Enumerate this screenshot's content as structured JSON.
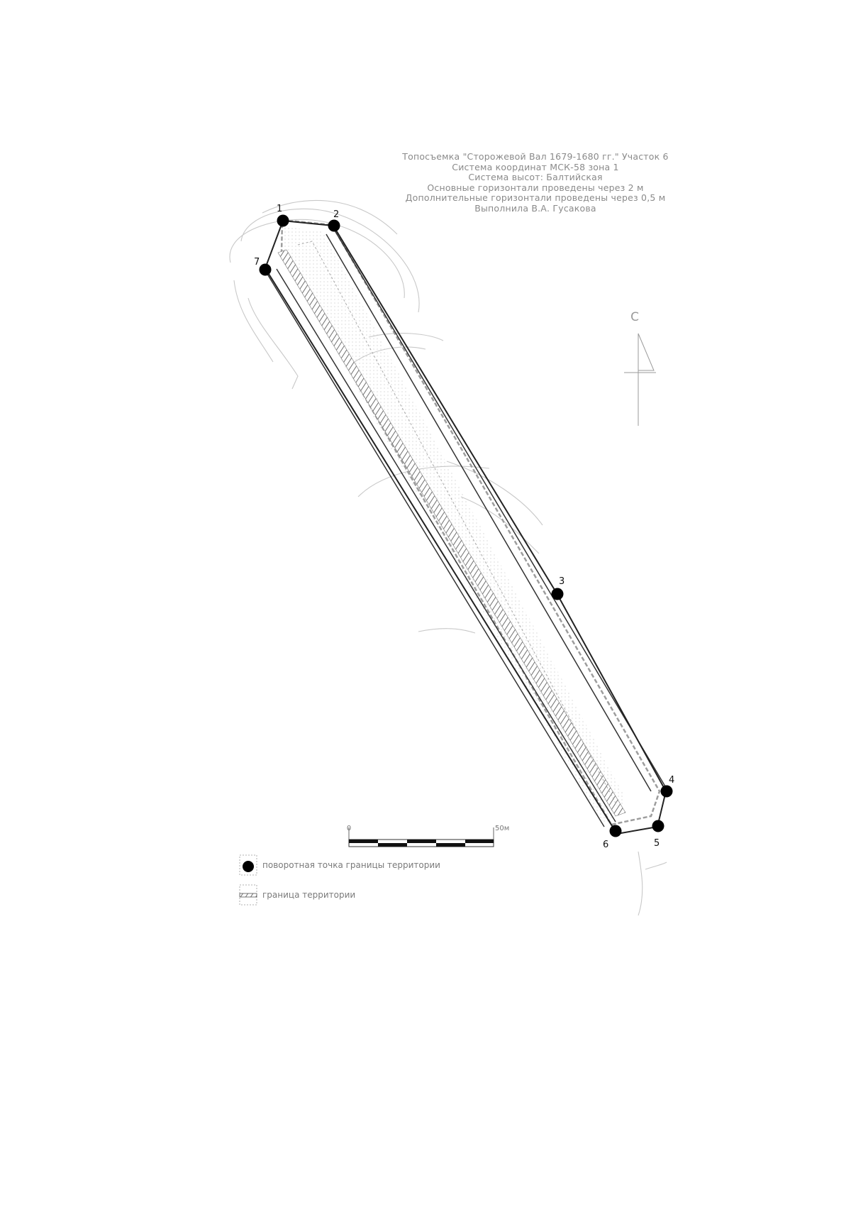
{
  "title_block": {
    "lines": [
      "Топосъемка \"Сторожевой Вал 1679-1680 гг.\" Участок 6",
      "Система координат МСК-58 зона 1",
      "Система высот: Балтийская",
      "Основные горизонтали проведены через 2 м",
      "Дополнительные горизонтали проведены через 0,5 м",
      "Выполнила В.А. Гусакова"
    ]
  },
  "boundary_points": [
    {
      "label": "1"
    },
    {
      "label": "2"
    },
    {
      "label": "3"
    },
    {
      "label": "4"
    },
    {
      "label": "5"
    },
    {
      "label": "6"
    },
    {
      "label": "7"
    }
  ],
  "north_arrow": {
    "label": "С"
  },
  "scale_bar": {
    "start_label": "0",
    "end_label": "50м"
  },
  "legend": {
    "items": [
      {
        "symbol": "black-dot",
        "label": "поворотная точка границы территории"
      },
      {
        "symbol": "hatched-line",
        "label": "граница территории"
      }
    ]
  },
  "colors": {
    "point_fill": "#000000",
    "boundary_line": "#222222",
    "contours": "#c8c8c8",
    "text": "#8a8a8a"
  }
}
